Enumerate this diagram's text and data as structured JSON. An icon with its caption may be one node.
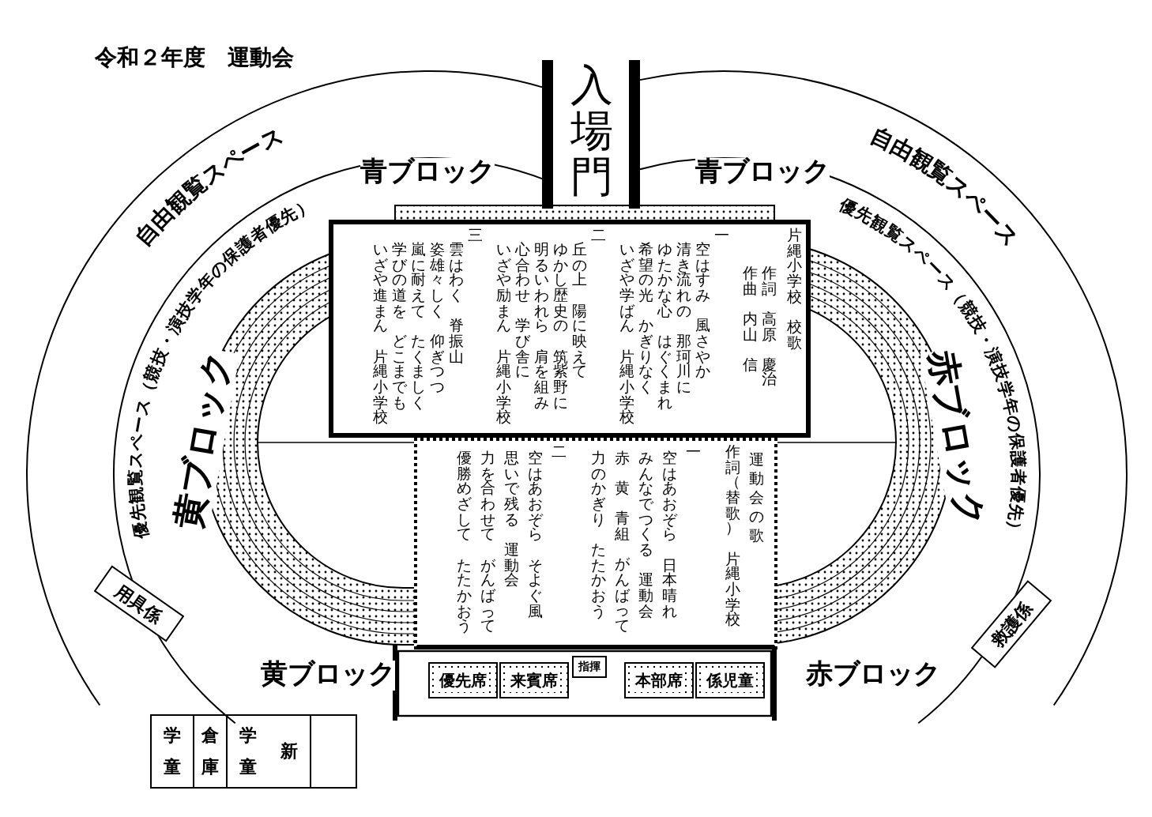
{
  "diagram": {
    "title": "令和２年度　運動会",
    "nodes": [
      {
        "text": [
          "片縄小学校",
          "校歌",
          "作詞",
          "高原",
          "慶治",
          "作曲",
          "内山",
          "信",
          "一",
          "空はすみ",
          "風さやか",
          "清き流れの",
          "那珂川に",
          "ゆたかな心",
          "はぐくまれ",
          "希望の光",
          "かぎりなく",
          "いざや学ばん",
          "片縄小学校",
          "二",
          "丘の上",
          "陽に映えて",
          "ゆかし歴史の",
          "筑紫野に",
          "明るいわれら",
          "肩を組み",
          "心合わせ",
          "学び舎に",
          "いざや励まん",
          "片縄小学校",
          "三",
          "雲はわく",
          "脊振山",
          "姿雄々しく",
          "仰ぎつつ",
          "嵐に耐えて",
          "たくましく",
          "学びの道を",
          "どこまでも",
          "いざや進まん",
          "片縄小学校"
        ]
      },
      {
        "text": [
          "運動会の歌",
          "作詞（替歌）",
          "片縄小学校",
          "一",
          "空はあおぞら",
          "日本晴れ",
          "みんなでつくる",
          "運動会",
          "赤",
          "黄",
          "青組",
          "がんばって",
          "力のかぎり",
          "たたかおう",
          "二",
          "空はあおぞら",
          "そよぐ風",
          "思いで残る",
          "運動会",
          "力を合わせて",
          "がんばって",
          "優勝めざして",
          "たたかおう"
        ]
      },
      {
        "text": [
          "優先席"
        ]
      },
      {
        "text": [
          "来賓席"
        ]
      },
      {
        "text": [
          "指揮"
        ]
      },
      {
        "text": [
          "本部席"
        ]
      },
      {
        "text": [
          "係児童"
        ]
      },
      {
        "text": [
          "用具係"
        ]
      },
      {
        "text": [
          "救護係"
        ]
      },
      {
        "text": [
          "学童"
        ]
      },
      {
        "text": [
          "倉庫"
        ]
      },
      {
        "text": [
          "学童",
          "新"
        ]
      },
      {
        "text": [],
        "shape": "box"
      }
    ],
    "labels": [
      "入場門",
      "自由観覧スペース",
      "優先観覧スペース（競技・演技学年の保護者優先）",
      "自由観覧スペース",
      "優先観覧スペース（競技・演技学年の保護者優先）",
      "青ブロック",
      "青ブロック",
      "黄ブロック",
      "赤ブロック",
      "黄ブロック",
      "赤ブロック"
    ]
  }
}
